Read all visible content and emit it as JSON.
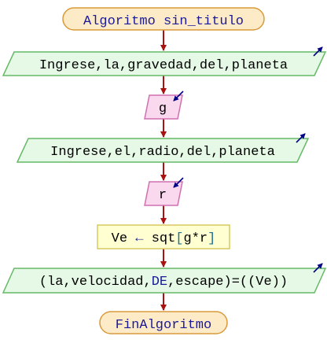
{
  "colors": {
    "terminal_fill": "#fdebc8",
    "terminal_stroke": "#d99a3c",
    "io_fill": "#e6f9e6",
    "io_stroke": "#66b966",
    "input_fill": "#fad9ee",
    "input_stroke": "#d070b0",
    "process_fill": "#ffffd2",
    "process_stroke": "#d8c860",
    "arrow": "#aa1111",
    "keyword": "#1a1a99",
    "text": "#000000",
    "io_icon": "#000088",
    "var_highlight": "#207090"
  },
  "flow": {
    "start": {
      "label": "Algoritmo sin_titulo"
    },
    "step1": {
      "type": "output",
      "label": "Ingrese,la,gravedad,del,planeta",
      "icon": "output-arrow-icon"
    },
    "step2": {
      "type": "input",
      "label": "g",
      "icon": "input-arrow-icon"
    },
    "step3": {
      "type": "output",
      "label": "Ingrese,el,radio,del,planeta",
      "icon": "output-arrow-icon"
    },
    "step4": {
      "type": "input",
      "label": "r",
      "icon": "input-arrow-icon"
    },
    "step5": {
      "type": "process",
      "target": "Ve",
      "assign_symbol": "←",
      "func": "sqt",
      "open": "[",
      "expr": "g*r",
      "close": "]"
    },
    "step6": {
      "type": "output",
      "part1": "(la,velocidad,",
      "keyword": "DE",
      "part2": ",escape)=((Ve))",
      "icon": "output-arrow-icon"
    },
    "end": {
      "label": "FinAlgoritmo"
    }
  }
}
